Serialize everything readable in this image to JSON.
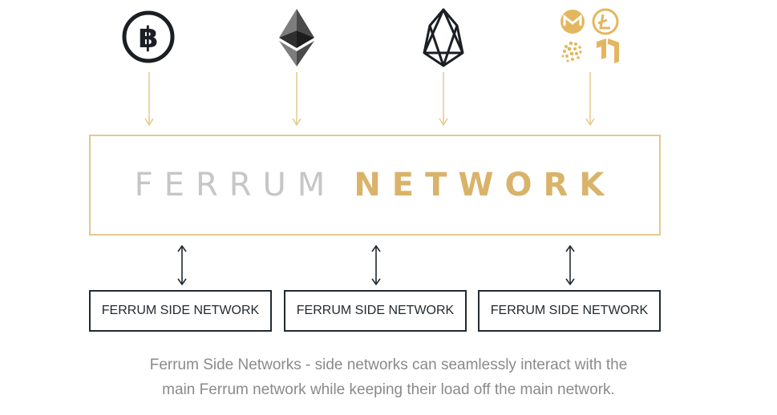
{
  "colors": {
    "gold": "#e3c98b",
    "gold_text": "#d9b36a",
    "dark": "#222a30",
    "silver_text": "#c6c6c6",
    "caption_text": "#8a8a8a"
  },
  "top_icons": [
    {
      "name": "bitcoin-icon",
      "symbol": "bitcoin"
    },
    {
      "name": "ethereum-icon",
      "symbol": "ethereum"
    },
    {
      "name": "eos-icon",
      "symbol": "eos"
    },
    {
      "name": "altcoins-icon-group",
      "symbol": [
        "monero",
        "litecoin",
        "iota",
        "neo"
      ]
    }
  ],
  "main_network": {
    "word_1": "FERRUM",
    "word_2": "NETWORK"
  },
  "side_networks": [
    {
      "label": "FERRUM SIDE NETWORK"
    },
    {
      "label": "FERRUM SIDE NETWORK"
    },
    {
      "label": "FERRUM SIDE NETWORK"
    }
  ],
  "caption": {
    "line_1": "Ferrum Side Networks - side networks can seamlessly interact with the",
    "line_2": "main Ferrum network while keeping their load off the main network."
  }
}
